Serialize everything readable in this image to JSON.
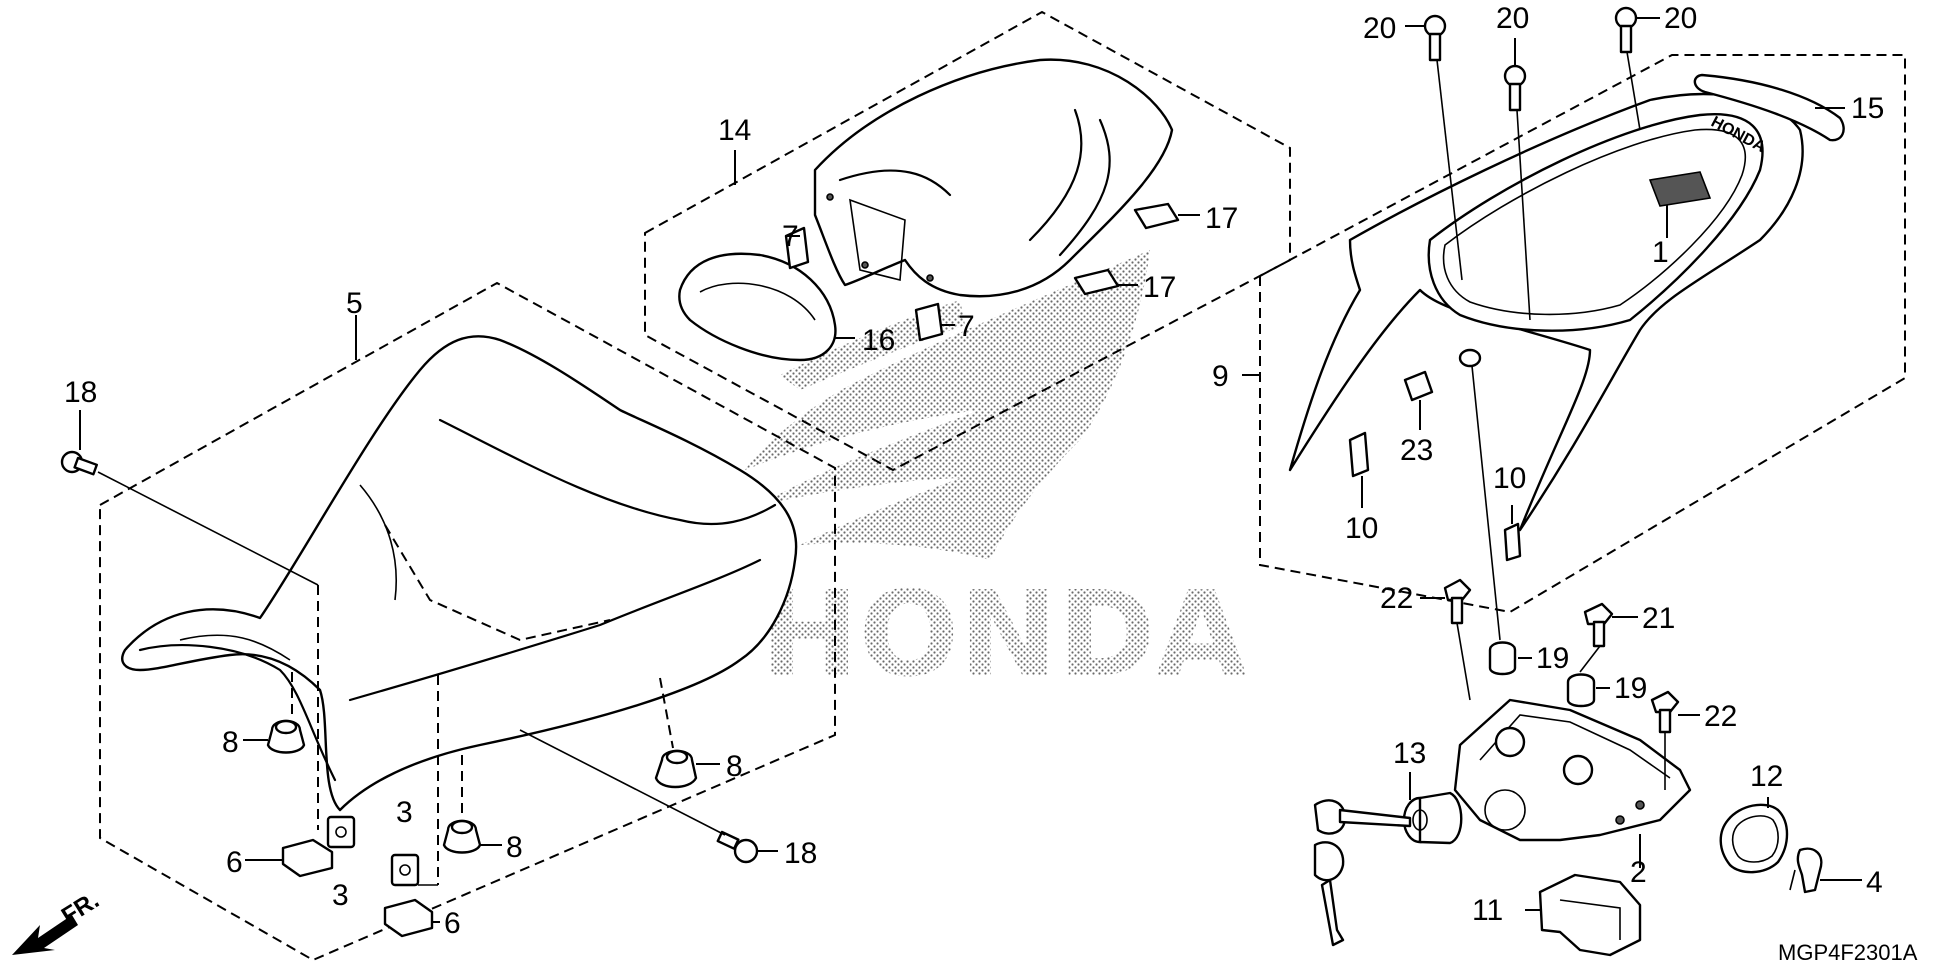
{
  "diagram": {
    "code": "MGP4F2301A",
    "direction": "FR.",
    "watermark": "HONDA",
    "rear_cowl_badge": "HONDA"
  },
  "callouts": {
    "c1": "1",
    "c2": "2",
    "c3a": "3",
    "c3b": "3",
    "c4": "4",
    "c5": "5",
    "c6a": "6",
    "c6b": "6",
    "c7a": "7",
    "c7b": "7",
    "c8a": "8",
    "c8b": "8",
    "c8c": "8",
    "c9": "9",
    "c10a": "10",
    "c10b": "10",
    "c11": "11",
    "c12": "12",
    "c13": "13",
    "c14": "14",
    "c15": "15",
    "c16": "16",
    "c17a": "17",
    "c17b": "17",
    "c18a": "18",
    "c18b": "18",
    "c19a": "19",
    "c19b": "19",
    "c20a": "20",
    "c20b": "20",
    "c20c": "20",
    "c21": "21",
    "c22a": "22",
    "c22b": "22",
    "c23": "23"
  }
}
